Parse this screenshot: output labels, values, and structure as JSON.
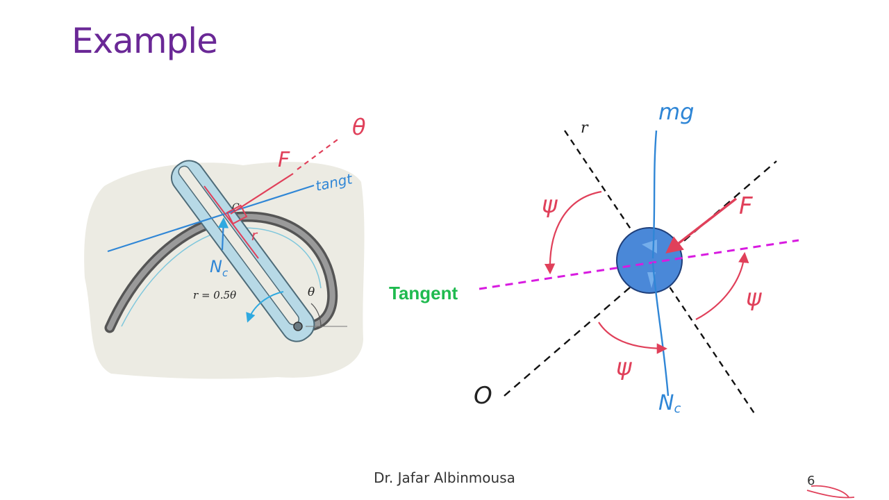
{
  "slide": {
    "title": "Example",
    "footer": "Dr. Jafar Albinmousa",
    "page_number": "6"
  },
  "figure": {
    "radius_label": "r = 0.5θ",
    "theta_label": "θ",
    "point_label": "C"
  },
  "annotations": {
    "force_F": "F",
    "theta": "θ",
    "tangent_note": "tangt",
    "normal_force": "N",
    "normal_sub": "c",
    "r": "r"
  },
  "fbd": {
    "tangent_label": "Tangent",
    "weight_label": "mg",
    "r_axis": "r",
    "force_label": "F",
    "normal_label": "N",
    "normal_sub": "c",
    "psi": "ψ",
    "origin_label": "O"
  },
  "colors": {
    "title": "#6a2896",
    "tangent_text": "#1fba4f",
    "tangent_line": "#d81be0",
    "red_ink": "#e0405a",
    "blue_ink": "#2f86d6",
    "particle": "#4a88d8",
    "figure_bg": "#ecebe3"
  },
  "icons": [
    "pin-icon",
    "rotation-arrow-icon"
  ]
}
